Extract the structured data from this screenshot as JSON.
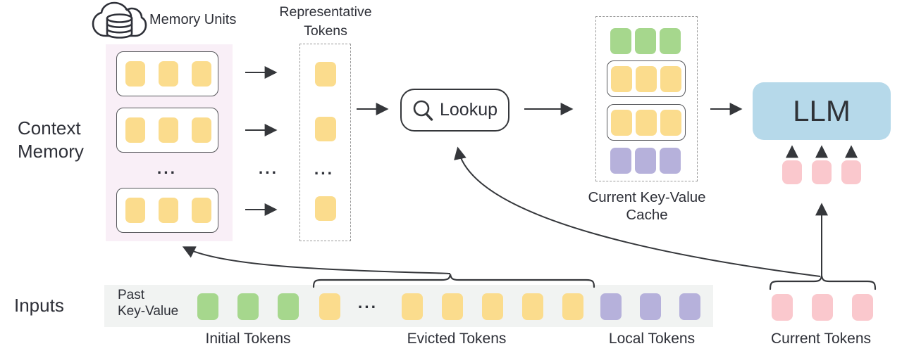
{
  "labels": {
    "memory_units": "Memory Units",
    "context_line1": "Context",
    "context_line2": "Memory",
    "representative_line1": "Representative",
    "representative_line2": "Tokens",
    "lookup": "Lookup",
    "cache_line1": "Current Key-Value",
    "cache_line2": "Cache",
    "llm": "LLM",
    "inputs": "Inputs",
    "past_line1": "Past",
    "past_line2": "Key-Value",
    "initial_tokens": "Initial Tokens",
    "evicted_tokens": "Evicted Tokens",
    "local_tokens": "Local Tokens",
    "current_tokens": "Current Tokens",
    "ellipsis": "..."
  },
  "colors": {
    "yellow": "#fbdc8d",
    "green": "#a6d78d",
    "purple": "#b6b1db",
    "pink": "#fac8cd",
    "llm_blue": "#b6d9ea",
    "memory_bg": "#f9eff7",
    "strip_bg": "#f1f3f2",
    "line": "#35373b"
  },
  "memory_units": [
    {
      "tokens": [
        "yellow",
        "yellow",
        "yellow"
      ]
    },
    {
      "tokens": [
        "yellow",
        "yellow",
        "yellow"
      ]
    },
    {
      "tokens": [
        "yellow",
        "yellow",
        "yellow"
      ]
    }
  ],
  "representative_tokens": [
    "yellow",
    "yellow",
    "yellow"
  ],
  "kv_cache": {
    "initial_row": [
      "green",
      "green",
      "green"
    ],
    "retrieved_unit_1": [
      "yellow",
      "yellow",
      "yellow"
    ],
    "retrieved_unit_2": [
      "yellow",
      "yellow",
      "yellow"
    ],
    "local_row": [
      "purple",
      "purple",
      "purple"
    ]
  },
  "input_strip": {
    "initial": [
      "green",
      "green",
      "green"
    ],
    "evicted_head": [
      "yellow"
    ],
    "evicted_tail": [
      "yellow",
      "yellow",
      "yellow",
      "yellow",
      "yellow"
    ],
    "local": [
      "purple",
      "purple",
      "purple"
    ]
  },
  "current_tokens": [
    "pink",
    "pink",
    "pink"
  ],
  "llm_input_tokens": [
    "pink",
    "pink",
    "pink"
  ]
}
